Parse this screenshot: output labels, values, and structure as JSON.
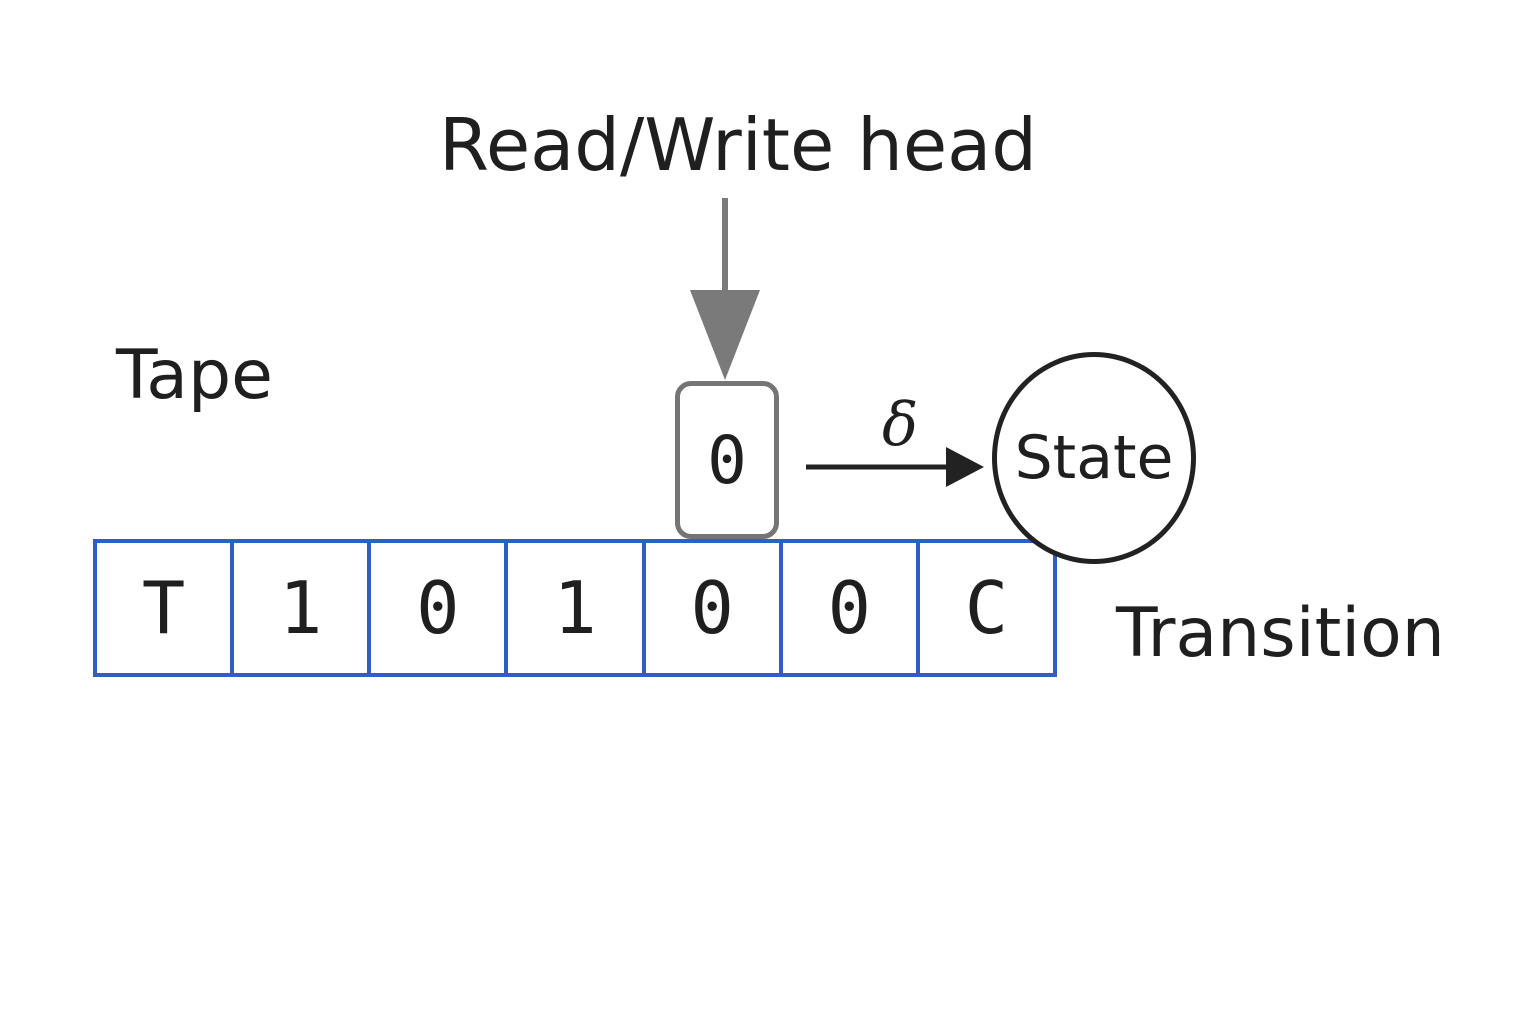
{
  "labels": {
    "head": "Read/Write head",
    "tape": "Tape",
    "transition": "Transition",
    "state": "State",
    "delta": "δ"
  },
  "tape": {
    "cells": [
      "T",
      "1",
      "0",
      "1",
      "0",
      "0",
      "C"
    ]
  },
  "head": {
    "symbol": "0"
  },
  "colors": {
    "tape_border": "#2d5fc4",
    "head_arrow": "#7a7a7a",
    "head_box_border": "#757575",
    "text": "#1f1f1f"
  }
}
